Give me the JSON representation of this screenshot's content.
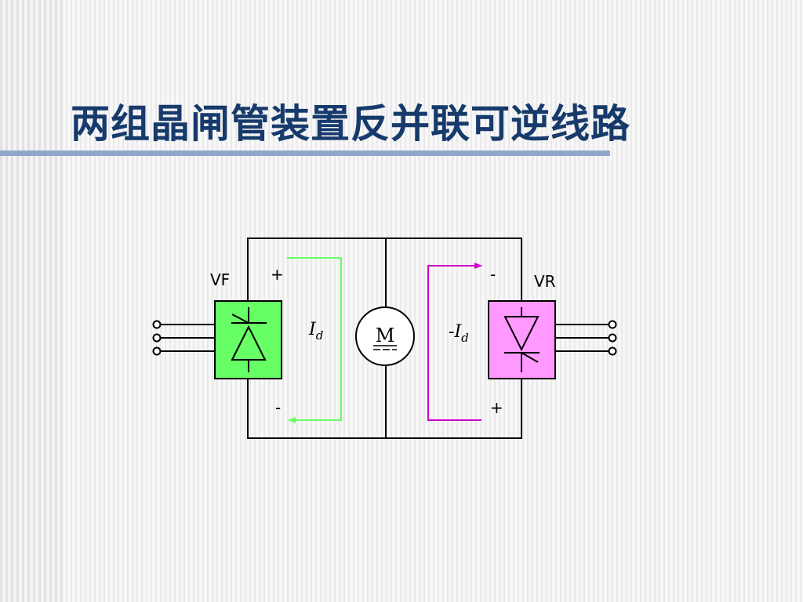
{
  "title": "两组晶闸管装置反并联可逆线路",
  "diagram": {
    "left_converter": {
      "label": "VF",
      "top_polarity": "+",
      "bottom_polarity": "-",
      "color": "#66ff66"
    },
    "right_converter": {
      "label": "VR",
      "top_polarity": "-",
      "bottom_polarity": "+",
      "color": "#ff99ff"
    },
    "motor": {
      "label": "M"
    },
    "current_forward": {
      "symbol": "I",
      "subscript": "d",
      "arrow_color": "#66ff66"
    },
    "current_reverse": {
      "prefix": "-",
      "symbol": "I",
      "subscript": "d",
      "arrow_color": "#cc00cc"
    }
  }
}
